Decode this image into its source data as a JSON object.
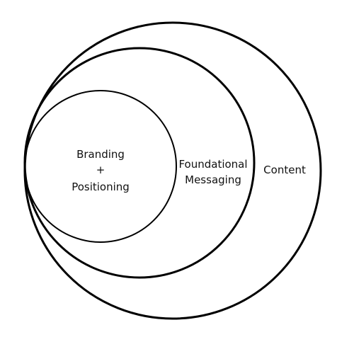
{
  "diagram": {
    "rings": [
      {
        "name": "outer-ring",
        "label": "Content"
      },
      {
        "name": "middle-ring",
        "label_lines": [
          "Foundational",
          "Messaging"
        ]
      },
      {
        "name": "inner-ring",
        "label_lines": [
          "Branding",
          "+",
          "Positioning"
        ]
      }
    ]
  },
  "colors": {
    "stroke": "#000000",
    "text": "#111111",
    "background": "#ffffff"
  }
}
